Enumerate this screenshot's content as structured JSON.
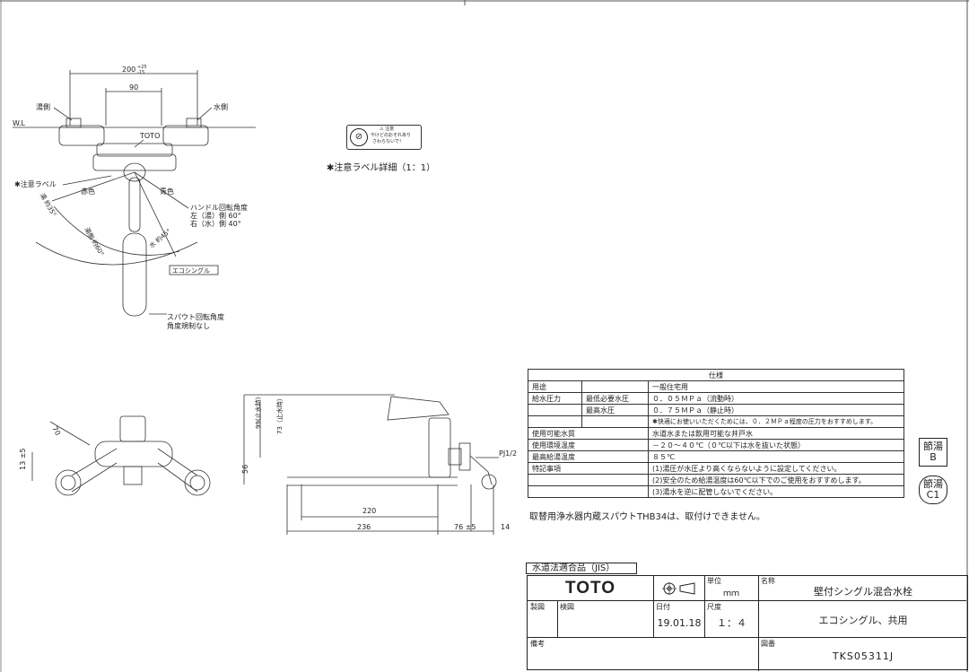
{
  "top_view": {
    "dim_total": "200",
    "dim_tol_upper": "+25",
    "dim_tol_lower": "-15",
    "dim_center": "90",
    "label_hot_side": "湯側",
    "label_cold_side": "水側",
    "label_wl": "W.L",
    "label_toto": "TOTO",
    "label_caution": "✱注意ラベル",
    "label_red": "赤色",
    "label_blue": "青色",
    "angle_hot": "湯 約35°",
    "angle_spout": "湯側 約60°",
    "angle_cold": "水 約45°",
    "handle_rotation_title": "ハンドル回転角度",
    "handle_rotation_left": "左（湯）側 60°",
    "handle_rotation_right": "右（水）側 40°",
    "eco_single_label": "エコシングル",
    "spout_rotation_title": "スパウト回転角度",
    "spout_rotation_note": "角度規制なし"
  },
  "caution_label": {
    "icon_text_1": "⚠ 注意",
    "icon_text_2": "やけどのおそれあり",
    "icon_text_3": "さわらないで！",
    "caption": "✱注意ラベル詳細（1：1）"
  },
  "bottom_view": {
    "dim_70": "70",
    "dim_13": "13 ±5",
    "dim_99": "99(止水時)",
    "dim_73": "73（止水時）",
    "dim_56": "56",
    "dim_220": "220",
    "dim_236": "236",
    "dim_76": "76 ±5",
    "dim_14": "14",
    "pj": "PJ1/2"
  },
  "spec": {
    "header": "仕様",
    "rows": [
      {
        "c1": "用途",
        "c2": "",
        "c3": "一般住宅用"
      },
      {
        "c1": "給水圧力",
        "c2": "最低必要水圧",
        "c3": "０．０５ＭＰａ（流動時）"
      },
      {
        "c1": "",
        "c2": "最高水圧",
        "c3": "０．７５ＭＰａ（静止時）"
      },
      {
        "c1": "",
        "c2": "",
        "c3": "✱快適にお使いいただくためには、０．２ＭＰａ程度の圧力をおすすめします。"
      },
      {
        "c1": "使用可能水質",
        "c2": "",
        "c3": "水道水または飲用可能な井戸水"
      },
      {
        "c1": "使用環境温度",
        "c2": "",
        "c3": "－２０～４０℃（０℃以下は水を抜いた状態）"
      },
      {
        "c1": "最高給湯温度",
        "c2": "",
        "c3": "８５℃"
      },
      {
        "c1": "特記事項",
        "c2": "",
        "c3": "(1)湯圧が水圧より高くならないように設定してください。"
      },
      {
        "c1": "",
        "c2": "",
        "c3": "(2)安全のため給湯温度は60℃以下でのご使用をおすすめします。"
      },
      {
        "c1": "",
        "c2": "",
        "c3": "(3)湯水を逆に配管しないでください。"
      }
    ],
    "note": "取替用浄水器内蔵スパウトTHB34は、取付けできません。"
  },
  "badges": [
    {
      "top": "節湯",
      "bottom": "B"
    },
    {
      "top": "節湯",
      "bottom": "C1"
    }
  ],
  "title_block": {
    "jis": "水道法適合品（JIS）",
    "brand": "TOTO",
    "unit_label": "単位",
    "unit_value": "ｍｍ",
    "name_label": "名称",
    "name_value": "壁付シングル混合水栓",
    "drawn_label": "製図",
    "check_label": "検図",
    "date_label": "日付",
    "date_value": "19.01.18",
    "scale_label": "尺度",
    "scale_value": "１：４",
    "subname_value": "エコシングル、共用",
    "remarks_label": "備考",
    "drawing_no_label": "図番",
    "drawing_no_value": "TKS05311J"
  },
  "colors": {
    "line": "#333333",
    "paper": "#ffffff"
  }
}
